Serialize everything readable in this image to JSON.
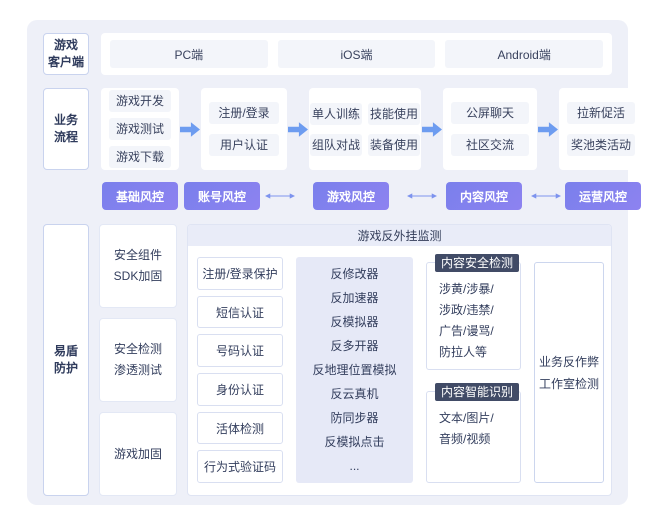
{
  "colors": {
    "panel_bg": "#eef0f8",
    "accent_purple": "#7f7bee",
    "arrow_blue": "#6d9cf0",
    "double_arrow_blue": "#7d93ee",
    "tag_dark": "#414b66",
    "chip_bg": "#f3f5fa",
    "lavender_panel": "#e6e9f7"
  },
  "client_row": {
    "label": "游戏\n客户端",
    "platforms": [
      "PC端",
      "iOS端",
      "Android端"
    ]
  },
  "flow_row": {
    "label": "业务\n流程",
    "stage1": [
      "游戏开发",
      "游戏测试",
      "游戏下载"
    ],
    "stage2": [
      "注册/登录",
      "用户认证"
    ],
    "stage3": [
      "单人训练",
      "技能使用",
      "组队对战",
      "装备使用"
    ],
    "stage4": [
      "公屏聊天",
      "社区交流"
    ],
    "stage5": [
      "拉新促活",
      "奖池类活动"
    ]
  },
  "risk_row": {
    "buttons": [
      "基础风控",
      "账号风控",
      "游戏风控",
      "内容风控",
      "运营风控"
    ]
  },
  "protection": {
    "label": "易盾\n防护",
    "services": [
      "安全组件\nSDK加固",
      "安全检测\n渗透测试",
      "游戏加固"
    ],
    "anticheat_title": "游戏反外挂监测",
    "auth_items": [
      "注册/登录保护",
      "短信认证",
      "号码认证",
      "身份认证",
      "活体检测",
      "行为式验证码"
    ],
    "anti_items": [
      "反修改器",
      "反加速器",
      "反模拟器",
      "反多开器",
      "反地理位置模拟",
      "反云真机",
      "防同步器",
      "反模拟点击",
      "..."
    ],
    "content_sections": [
      {
        "tag": "内容安全检测",
        "body": "涉黄/涉暴/\n涉政/违禁/\n广告/谩骂/\n防拉人等"
      },
      {
        "tag": "内容智能识别",
        "body": "文本/图片/\n音频/视频"
      }
    ],
    "business_box": "业务反作弊\n工作室检测"
  }
}
